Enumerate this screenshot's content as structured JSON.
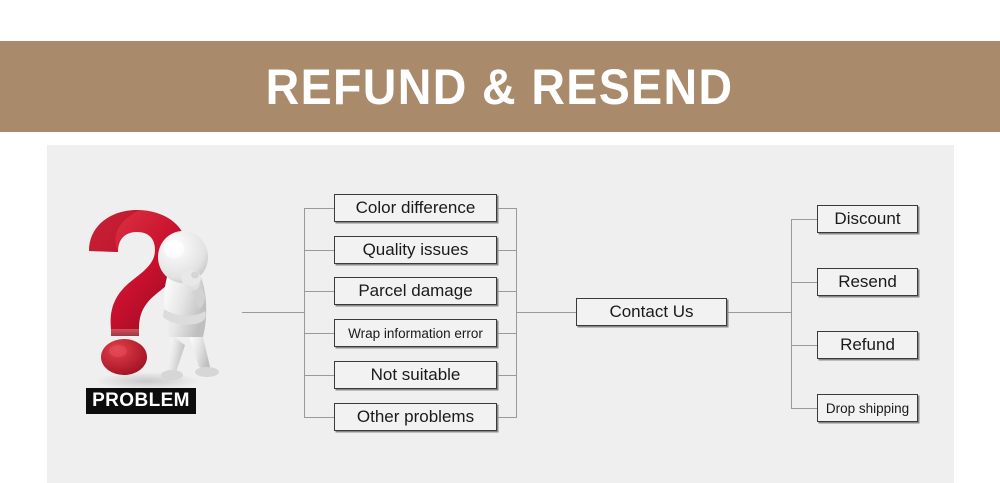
{
  "header": {
    "title": "REFUND & RESEND",
    "background_color": "#a98a6b",
    "text_color": "#ffffff"
  },
  "panel": {
    "background_color": "#efefef"
  },
  "problem": {
    "label": "PROBLEM",
    "label_background": "#0d0d0d",
    "label_color": "#ffffff",
    "icon_name": "question-mark-thinking-figure",
    "question_mark_color": "#c8102e",
    "figure_color": "#e3e3e3"
  },
  "diagram": {
    "type": "flowchart",
    "problem_causes": [
      {
        "label": "Color difference",
        "small": false
      },
      {
        "label": "Quality issues",
        "small": false
      },
      {
        "label": "Parcel damage",
        "small": false
      },
      {
        "label": "Wrap information error",
        "small": true
      },
      {
        "label": "Not suitable",
        "small": false
      },
      {
        "label": "Other problems",
        "small": false
      }
    ],
    "center": {
      "label": "Contact Us"
    },
    "solutions": [
      {
        "label": "Discount",
        "small": false
      },
      {
        "label": "Resend",
        "small": false
      },
      {
        "label": "Refund",
        "small": false
      },
      {
        "label": "Drop shipping",
        "small": true
      }
    ],
    "line_color": "#9a9a9a",
    "box_border_color": "#3a3a3a",
    "box_fill_color": "#f2f2f2"
  }
}
